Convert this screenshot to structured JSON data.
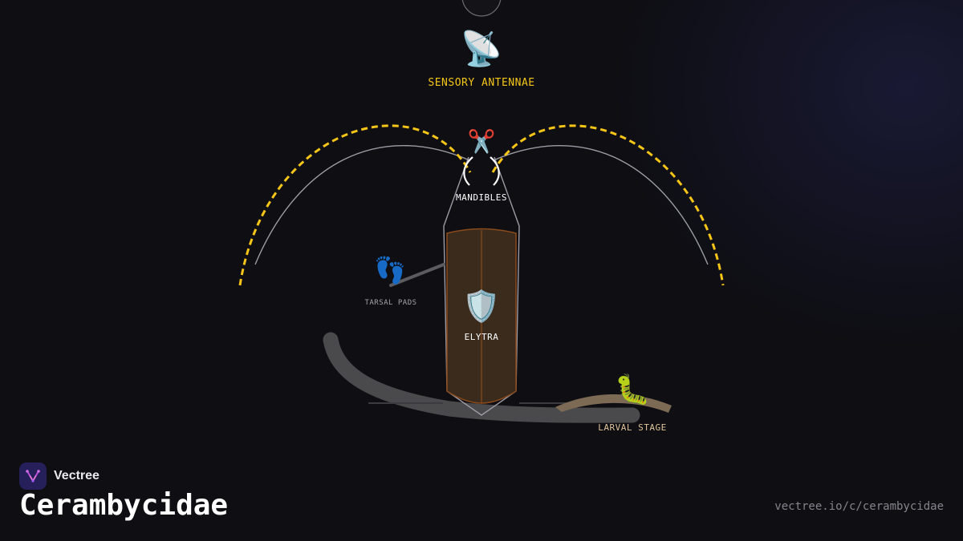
{
  "brand": {
    "name": "Vectree",
    "logo_icon": "vectree-logo-icon",
    "logo_bg": "#25205a"
  },
  "page": {
    "title": "Cerambycidae",
    "url": "vectree.io/c/cerambycidae"
  },
  "colors": {
    "accent": "#f5c518",
    "elytra_fill": "#3a2b1c",
    "elytra_stroke": "#8a4a1c",
    "outline": "#9c9ca4",
    "branch": "#4a4a4c",
    "larva_branch": "#7d6a55"
  },
  "diagram": {
    "antennae": {
      "label": "SENSORY ANTENNAE",
      "icon": "satellite-dish-icon"
    },
    "mandibles": {
      "label": "MANDIBLES",
      "icon": "scissors-icon"
    },
    "tarsal_pads": {
      "label": "TARSAL PADS",
      "icon": "footprints-icon"
    },
    "elytra": {
      "label": "ELYTRA",
      "icon": "shield-icon"
    },
    "larval_stage": {
      "label": "LARVAL STAGE",
      "icon": "caterpillar-icon"
    }
  }
}
